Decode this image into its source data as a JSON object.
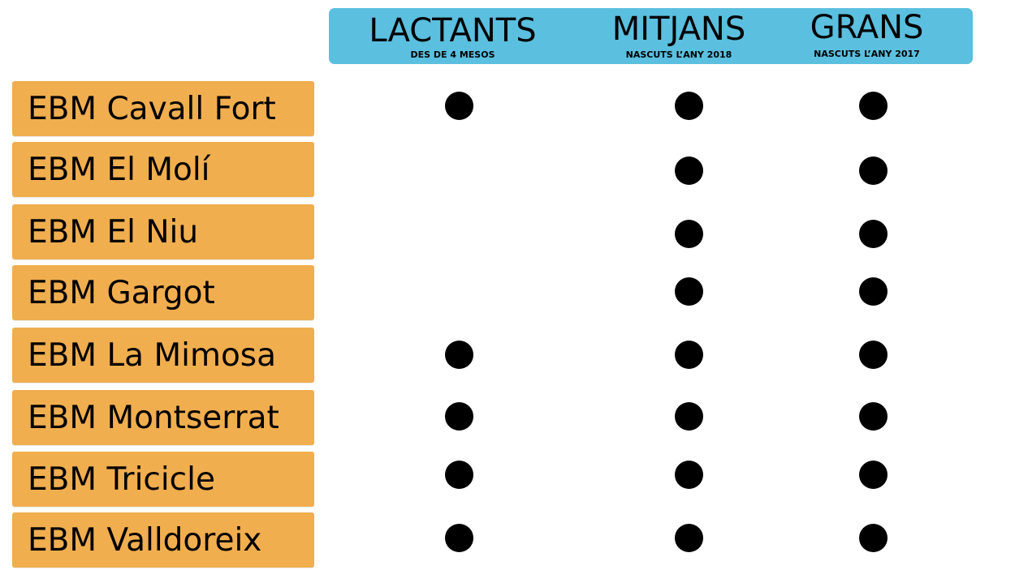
{
  "columns": [
    {
      "title": "LACTANTS",
      "subtitle": "DES DE 4 MESOS"
    },
    {
      "title": "MITJANS",
      "subtitle": "NASCUTS L’ANY 2018"
    },
    {
      "title": "GRANS",
      "subtitle": "NASCUTS L’ANY 2017"
    }
  ],
  "rows": [
    {
      "label": "EBM Cavall Fort",
      "availability": [
        true,
        true,
        true
      ]
    },
    {
      "label": "EBM El Molí",
      "availability": [
        false,
        true,
        true
      ]
    },
    {
      "label": "EBM El Niu",
      "availability": [
        false,
        true,
        true
      ]
    },
    {
      "label": "EBM Gargot",
      "availability": [
        false,
        true,
        true
      ]
    },
    {
      "label": "EBM La Mimosa",
      "availability": [
        true,
        true,
        true
      ]
    },
    {
      "label": "EBM Montserrat",
      "availability": [
        true,
        true,
        true
      ]
    },
    {
      "label": "EBM Tricicle",
      "availability": [
        true,
        true,
        true
      ]
    },
    {
      "label": "EBM Valldoreix",
      "availability": [
        true,
        true,
        true
      ]
    }
  ],
  "colors": {
    "header_bg": "#5bbfdf",
    "row_label_bg": "#f0ae4f",
    "dot": "#000000"
  }
}
